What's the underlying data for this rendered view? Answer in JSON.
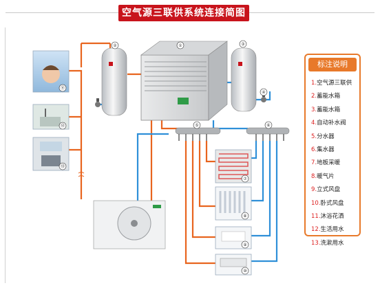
{
  "title": "空气源三联供系统连接简图",
  "legend": {
    "header": "标注说明",
    "items": [
      {
        "num": "1.",
        "label": "空气源三联供"
      },
      {
        "num": "2.",
        "label": "蓄能水箱"
      },
      {
        "num": "3.",
        "label": "蓄能水箱"
      },
      {
        "num": "4.",
        "label": "自动补水阀"
      },
      {
        "num": "5.",
        "label": "分水器"
      },
      {
        "num": "6.",
        "label": "集水器"
      },
      {
        "num": "7.",
        "label": "地板采暖"
      },
      {
        "num": "8.",
        "label": "暖气片"
      },
      {
        "num": "9.",
        "label": "立式风盘"
      },
      {
        "num": "10.",
        "label": "卧式风盘"
      },
      {
        "num": "11.",
        "label": "沐浴花洒"
      },
      {
        "num": "12.",
        "label": "生活用水"
      },
      {
        "num": "13.",
        "label": "洗漱用水"
      }
    ]
  },
  "markers": {
    "m1": "①",
    "m2": "②",
    "m3": "③",
    "m4": "④",
    "m5": "⑤",
    "m6": "⑥",
    "m7": "⑦",
    "m8": "⑧",
    "m9": "⑨",
    "m10": "⑩",
    "m11": "⑪",
    "m12": "⑫",
    "m13": "⑬"
  },
  "colors": {
    "hot_pipe": "#e8641e",
    "cold_pipe": "#2e8fd8",
    "title_bg": "#c8141c",
    "legend_border": "#e8792a",
    "legend_number": "#dd2222"
  }
}
